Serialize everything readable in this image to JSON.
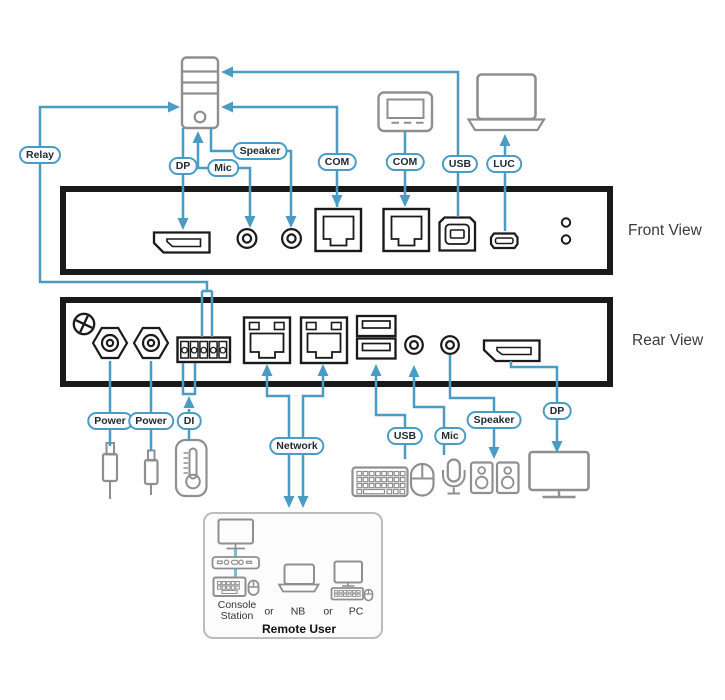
{
  "colors": {
    "connection_line": "#4a9cc4",
    "pill_border": "#4a9cc4",
    "pill_text": "#222a33",
    "panel_outline": "#1a1a1a",
    "device_gray": "#8f8f8f",
    "console_link_blue": "#7fb9d6",
    "remote_box_border": "#bcbcbc"
  },
  "labels": {
    "relay": "Relay",
    "dp_top": "DP",
    "mic_top": "Mic",
    "speaker_top": "Speaker",
    "com1": "COM",
    "com2": "COM",
    "usb_top": "USB",
    "luc": "LUC",
    "power1": "Power",
    "power2": "Power",
    "di": "DI",
    "network": "Network",
    "usb_bottom": "USB",
    "mic_bottom": "Mic",
    "speaker_bottom": "Speaker",
    "dp_bottom": "DP"
  },
  "views": {
    "front": "Front View",
    "rear": "Rear View"
  },
  "remote": {
    "console_station": "Console Station",
    "or_1": "or",
    "nb": "NB",
    "or_2": "or",
    "pc": "PC",
    "title": "Remote User"
  }
}
